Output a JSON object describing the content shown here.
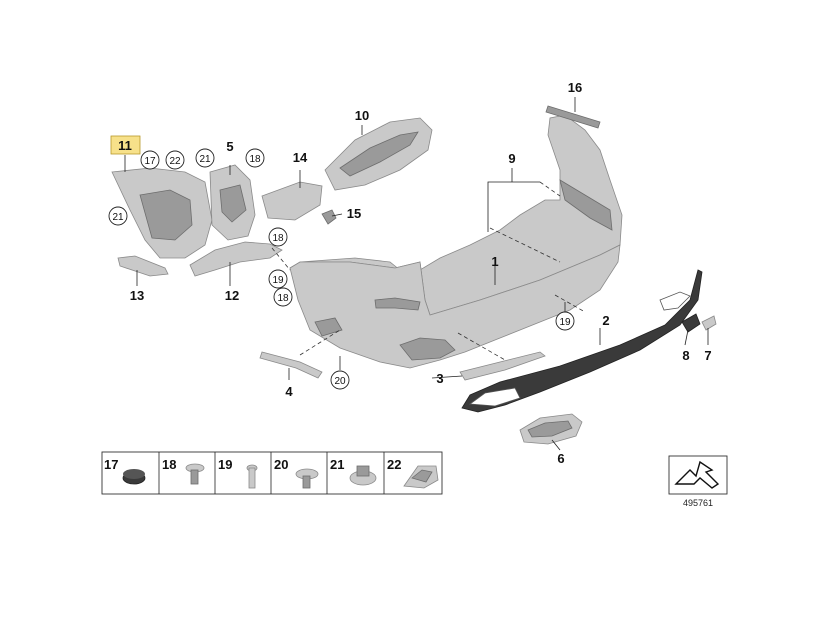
{
  "diagram": {
    "highlighted_part": "11",
    "callouts": {
      "c1": "1",
      "c2": "2",
      "c3": "3",
      "c4": "4",
      "c5": "5",
      "c6": "6",
      "c7": "7",
      "c8": "8",
      "c9": "9",
      "c10": "10",
      "c11": "11",
      "c12": "12",
      "c13": "13",
      "c14": "14",
      "c15": "15",
      "c16": "16",
      "c17": "17",
      "c18a": "18",
      "c18b": "18",
      "c18c": "18",
      "c19a": "19",
      "c19b": "19",
      "c20": "20",
      "c21a": "21",
      "c21b": "21",
      "c22": "22"
    },
    "legend": [
      "17",
      "18",
      "19",
      "20",
      "21",
      "22"
    ],
    "reference_number": "495761",
    "colors": {
      "highlight": "#f7e18a",
      "part": "#c9c9c9",
      "line": "#222222"
    }
  }
}
